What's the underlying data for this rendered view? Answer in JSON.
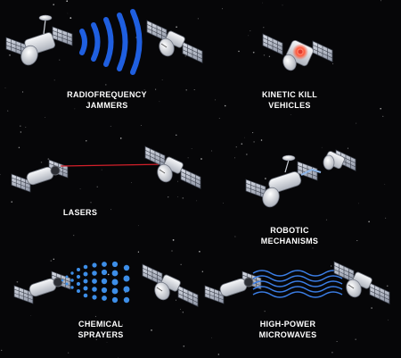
{
  "labels": {
    "rf": "RADIOFREQUENCY\nJAMMERS",
    "kkv": "KINETIC KILL\nVEHICLES",
    "lasers": "LASERS",
    "robotic": "ROBOTIC\nMECHANISMS",
    "chemical": "CHEMICAL\nSPRAYERS",
    "microwave": "HIGH-POWER\nMICROWAVES"
  },
  "colors": {
    "background": "#060608",
    "text": "#ffffff",
    "radio_waves": "#1f5fe0",
    "laser_beam": "#d4202a",
    "spray_dots": "#3d8ee8",
    "microwaves": "#3b7ee6",
    "impact": "#e33b2e"
  }
}
